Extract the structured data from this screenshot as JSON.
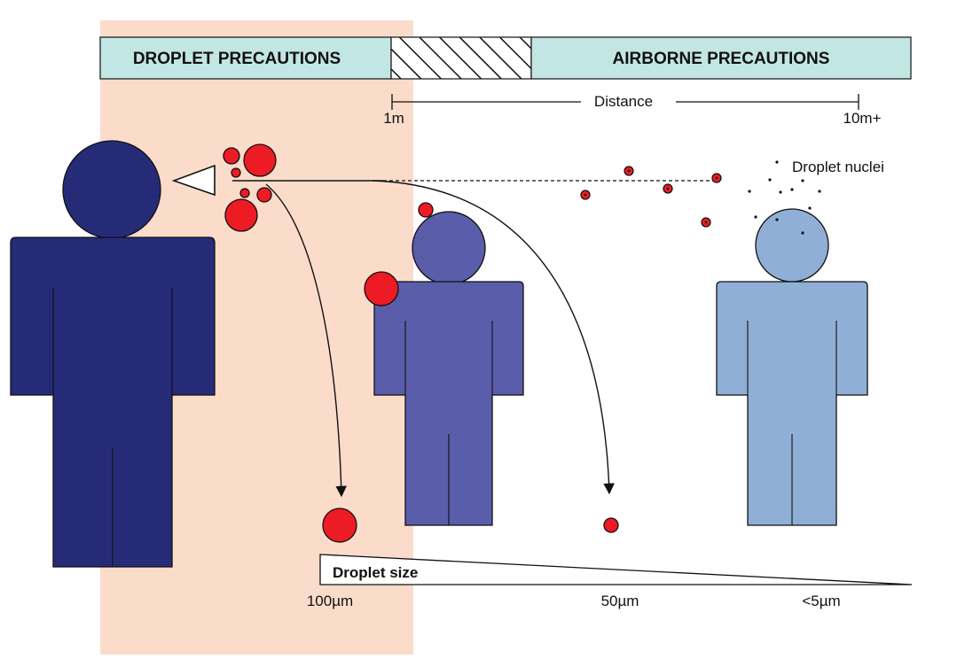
{
  "bands": {
    "droplet_label": "DROPLET PRECAUTIONS",
    "airborne_label": "AIRBORNE PRECAUTIONS"
  },
  "distance": {
    "label": "Distance",
    "start_label": "1m",
    "end_label": "10m+"
  },
  "annotations": {
    "droplet_nuclei": "Droplet nuclei"
  },
  "droplet_size": {
    "title": "Droplet size",
    "ticks": [
      "100µm",
      "50µm",
      "<5µm"
    ]
  },
  "colors": {
    "droplet_zone": "#fbdccb",
    "band_fill": "#c2e6e3",
    "person_source": "#262b78",
    "person_middle": "#5a5daa",
    "person_far": "#8fafd6",
    "droplet": "#ed1b24"
  }
}
